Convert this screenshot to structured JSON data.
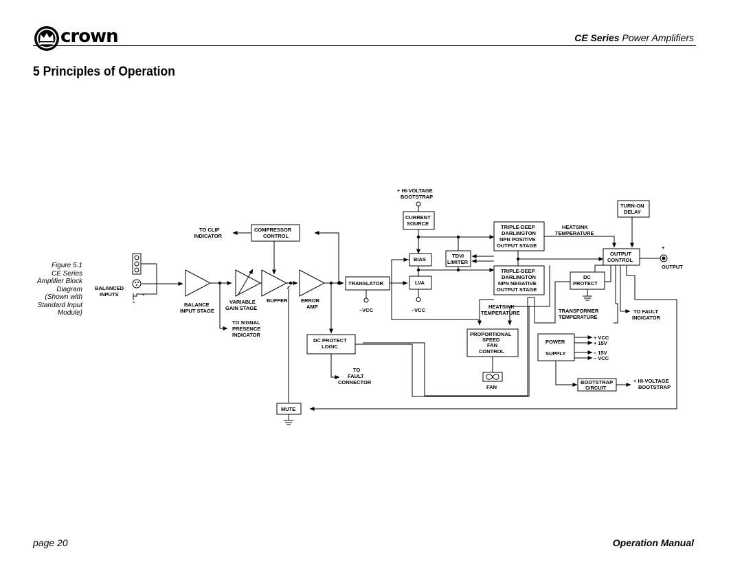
{
  "header": {
    "brand": "crown",
    "series_bold": "CE Series",
    "series_rest": " Power Amplifiers"
  },
  "section_title": "5 Principles of Operation",
  "figure_caption": [
    "Figure 5.1",
    "CE Series",
    "Amplifier Block",
    "Diagram",
    "(Shown with",
    "Standard Input",
    "Module)"
  ],
  "footer": {
    "page": "page 20",
    "manual": "Operation Manual"
  },
  "diagram": {
    "balanced_inputs": [
      "BALANCED",
      "INPUTS"
    ],
    "balance_input_stage": [
      "BALANCE",
      "INPUT STAGE"
    ],
    "variable_gain_stage": [
      "VARIABLE",
      "GAIN STAGE"
    ],
    "buffer": "BUFFER",
    "error_amp": [
      "ERROR",
      "AMP"
    ],
    "to_clip": [
      "TO CLIP",
      "INDICATOR"
    ],
    "compressor": [
      "COMPRESSOR",
      "CONTROL"
    ],
    "to_signal": [
      "TO SIGNAL",
      "PRESENCE",
      "INDICATOR"
    ],
    "translator": "TRANSLATOR",
    "minus_vcc": "–VCC",
    "hi_voltage_top": [
      "+ HI-VOLTAGE",
      "BOOTSTRAP"
    ],
    "current_source": [
      "CURRENT",
      "SOURCE"
    ],
    "bias": "BIAS",
    "lva": "LVA",
    "tdvi": [
      "TDVI",
      "LIMITER"
    ],
    "pos_stage": [
      "TRIPLE-DEEP",
      "DARLINGTON",
      "NPN POSITIVE",
      "OUTPUT STAGE"
    ],
    "neg_stage": [
      "TRIPLE-DEEP",
      "DARLINGTON",
      "NPN NEGATIVE",
      "OUTPUT STAGE"
    ],
    "heatsink_temp_right": [
      "HEATSINK",
      "TEMPERATURE"
    ],
    "heatsink_temp_low": [
      "HEATSINK",
      "TEMPERATURE"
    ],
    "turn_on": [
      "TURN-ON",
      "DELAY"
    ],
    "output_control": [
      "OUTPUT",
      "CONTROL"
    ],
    "output": "OUTPUT",
    "plus": "+",
    "dc_protect": [
      "DC",
      "PROTECT"
    ],
    "transformer_temp": [
      "TRANSFORMER",
      "TEMPERATURE"
    ],
    "to_fault_indicator": [
      "TO FAULT",
      "INDICATOR"
    ],
    "dc_protect_logic": [
      "DC PROTECT",
      "LOGIC"
    ],
    "to_fault_connector": [
      "TO",
      "FAULT",
      "CONNECTOR"
    ],
    "fan_control": [
      "PROPORTIONAL",
      "SPEED",
      "FAN",
      "CONTROL"
    ],
    "fan": "FAN",
    "power_supply": [
      "POWER",
      "SUPPLY"
    ],
    "rails": [
      "+ VCC",
      "+ 15V",
      "– 15V",
      "– VCC"
    ],
    "bootstrap_circuit": [
      "BOOTSTRAP",
      "CIRCUIT"
    ],
    "hi_voltage_bottom": [
      "+ HI-VOLTAGE",
      "BOOTSTRAP"
    ],
    "mute": "MUTE"
  }
}
